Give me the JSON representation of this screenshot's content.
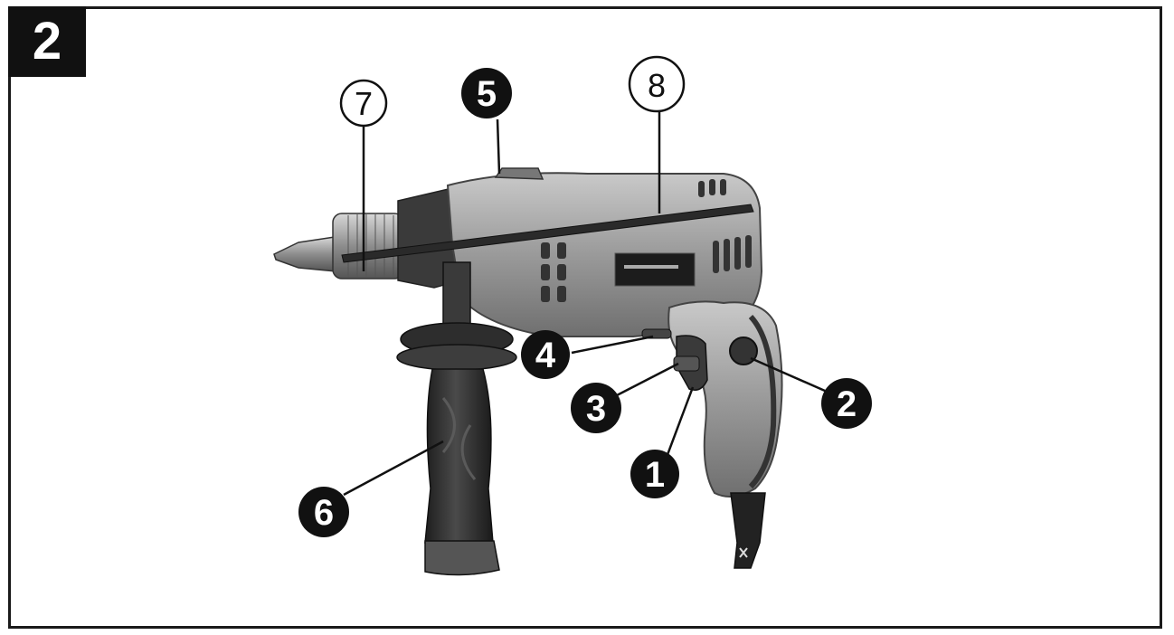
{
  "figure_number": "2",
  "callouts": [
    {
      "id": "c1",
      "label": "1",
      "style": "filled"
    },
    {
      "id": "c2",
      "label": "2",
      "style": "filled"
    },
    {
      "id": "c3",
      "label": "3",
      "style": "filled"
    },
    {
      "id": "c4",
      "label": "4",
      "style": "filled"
    },
    {
      "id": "c5",
      "label": "5",
      "style": "filled"
    },
    {
      "id": "c6",
      "label": "6",
      "style": "filled"
    },
    {
      "id": "c7",
      "label": "7",
      "style": "outline"
    },
    {
      "id": "c8",
      "label": "8",
      "style": "outline"
    }
  ],
  "colors": {
    "body_gray": "#8e8e8e",
    "body_light": "#b4b4b4",
    "rubber_dark": "#2b2b2b",
    "ink": "#111111"
  }
}
